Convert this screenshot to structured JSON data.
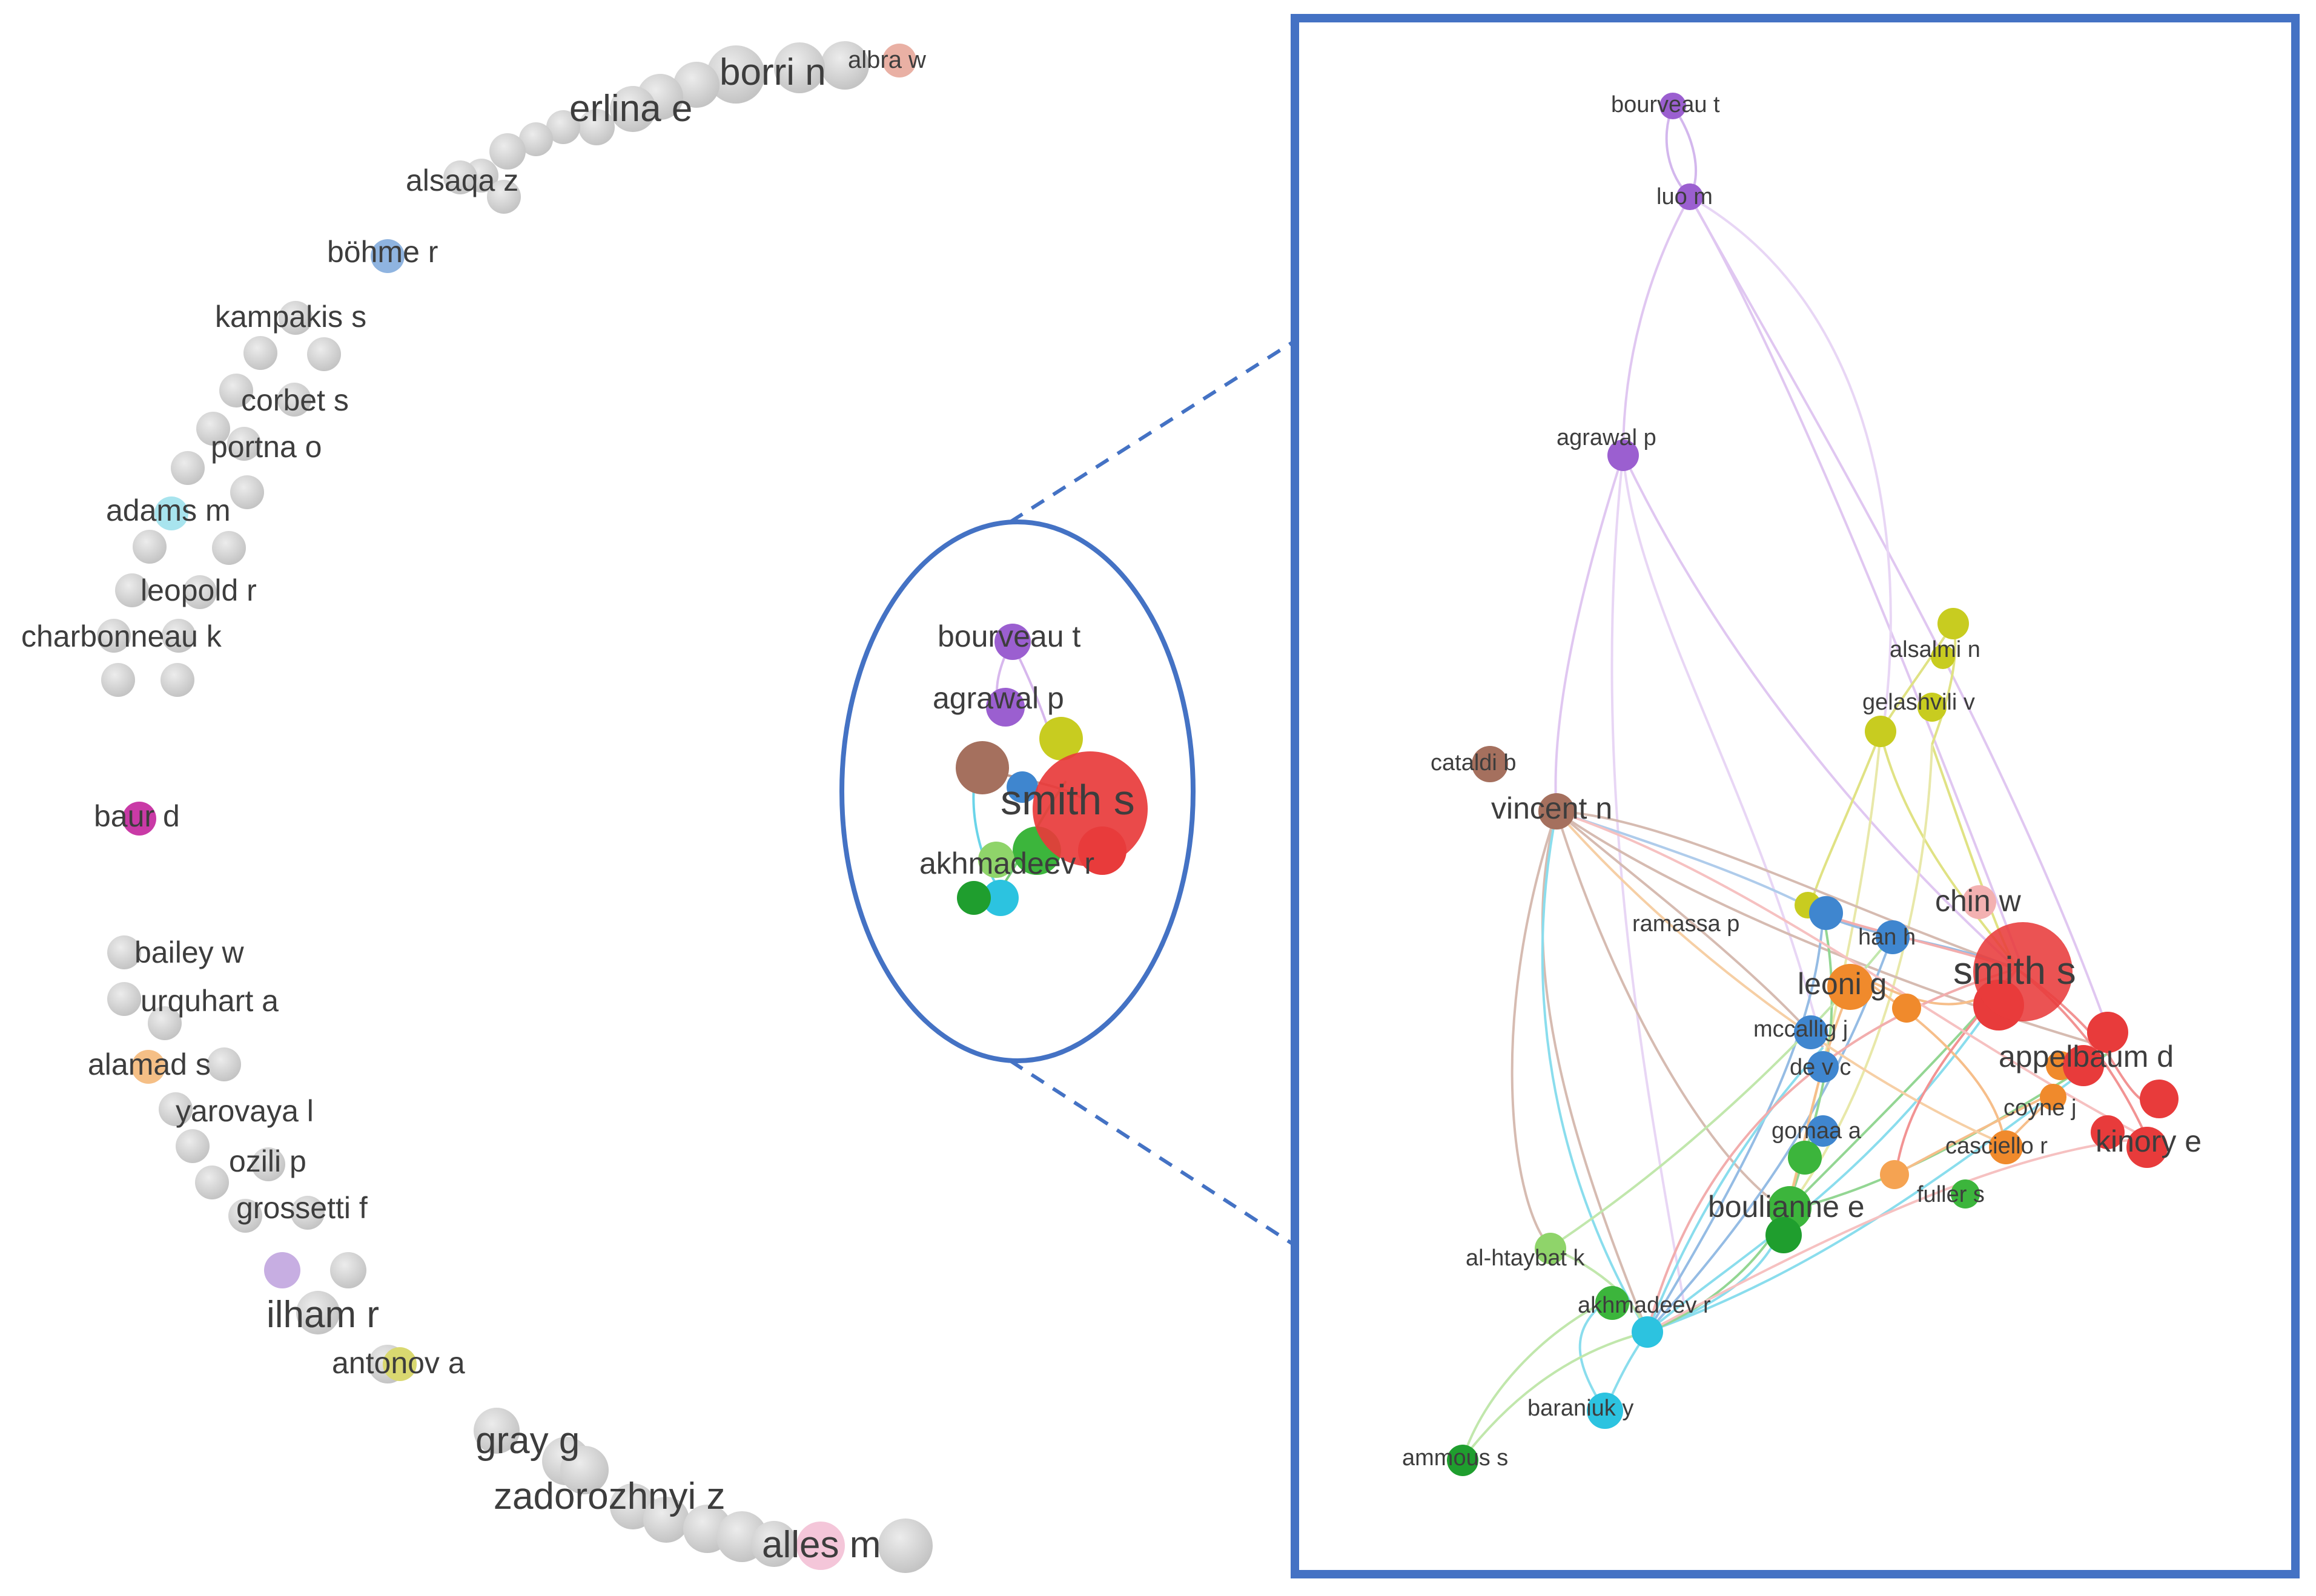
{
  "outer_labels": {
    "borri": "borri n",
    "albra": "albra w",
    "erlina": "erlina e",
    "alsaqa": "alsaqa z",
    "bohme": "böhme r",
    "kampakis": "kampakis s",
    "corbet": "corbet s",
    "portna": "portna o",
    "adams": "adams m",
    "leopold": "leopold r",
    "charbonneau": "charbonneau k",
    "baur": "baur d",
    "bailey": "bailey w",
    "urquhart": "urquhart a",
    "alamad": "alamad s",
    "yarovaya": "yarovaya l",
    "ozili": "ozili p",
    "grossetti": "grossetti f",
    "ilham": "ilham r",
    "antonov": "antonov a",
    "gray": "gray g",
    "zadorozhnyi": "zadorozhnyi z",
    "alles": "alles m"
  },
  "cluster_labels": {
    "bourveau": "bourveau t",
    "agrawal": "agrawal p",
    "smith": "smith s",
    "akhmadeev": "akhmadeev r"
  },
  "zoom_labels": {
    "bourveau": "bourveau t",
    "luo": "luo m",
    "agrawal": "agrawal p",
    "alsalmi": "alsalmi n",
    "gelashvili": "gelashvili v",
    "cataldi": "cataldi b",
    "vincent": "vincent n",
    "chin": "chin w",
    "ramassa": "ramassa p",
    "han": "han h",
    "smith": "smith s",
    "leoni": "leoni g",
    "mccallig": "mccallig j",
    "appelbaum": "appelbaum d",
    "devc": "de v c",
    "coyne": "coyne j",
    "gomaa": "gomaa a",
    "casciello": "casciello r",
    "kinory": "kinory e",
    "fuller": "fuller s",
    "boulianne": "boulianne e",
    "alhtaybat": "al-htaybat k",
    "akhmadeev": "akhmadeev r",
    "baraniuk": "baraniuk y",
    "ammous": "ammous s"
  },
  "colors": {
    "red": "#e83b3b",
    "orange": "#f08a2c",
    "yellow": "#c8cc20",
    "green": "#3cb53c",
    "darkgreen": "#1f9e2e",
    "lightgreen": "#8fd46a",
    "cyan": "#2cc3e0",
    "blue": "#3f86cf",
    "purple": "#9b5fd0",
    "lilac": "#c79ae6",
    "brown": "#a5705e",
    "pink": "#f0a6c8",
    "magenta": "#c93aa6",
    "grey": "#cfcfcf",
    "frame": "#4472c4"
  }
}
